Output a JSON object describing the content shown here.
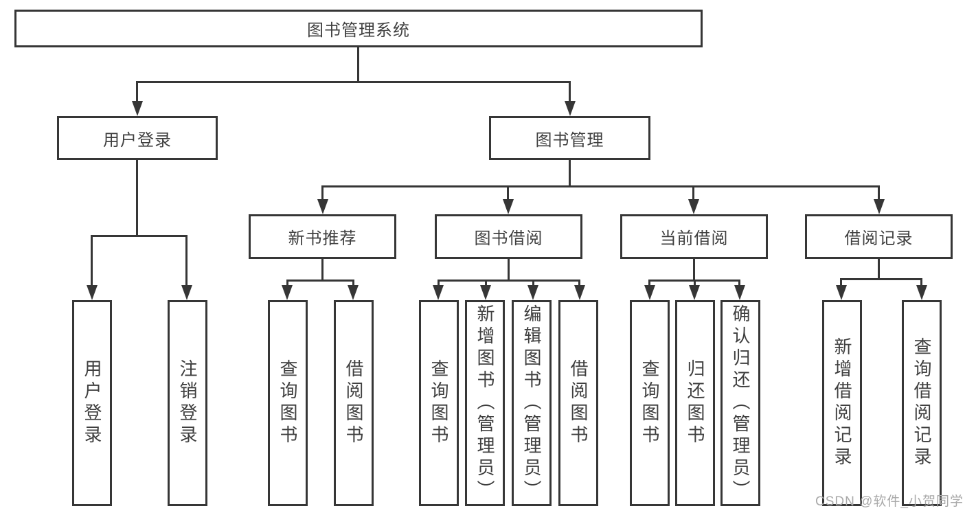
{
  "tree": {
    "root": "图书管理系统",
    "login": {
      "label": "用户登录",
      "children": [
        "用户登录",
        "注销登录"
      ]
    },
    "management": {
      "label": "图书管理",
      "groups": [
        {
          "label": "新书推荐",
          "children": [
            "查询图书",
            "借阅图书"
          ]
        },
        {
          "label": "图书借阅",
          "children": [
            "查询图书",
            "新增图书（管理员）",
            "编辑图书（管理员）",
            "借阅图书"
          ]
        },
        {
          "label": "当前借阅",
          "children": [
            "查询图书",
            "归还图书",
            "确认归还（管理员）"
          ]
        },
        {
          "label": "借阅记录",
          "children": [
            "新增借阅记录",
            "查询借阅记录"
          ]
        }
      ]
    }
  },
  "watermark": "CSDN @软件_小贺同学",
  "colors": {
    "line": "#363636",
    "text": "#3f3f3f",
    "watermark": "#a9a9a9",
    "background": "#ffffff"
  }
}
